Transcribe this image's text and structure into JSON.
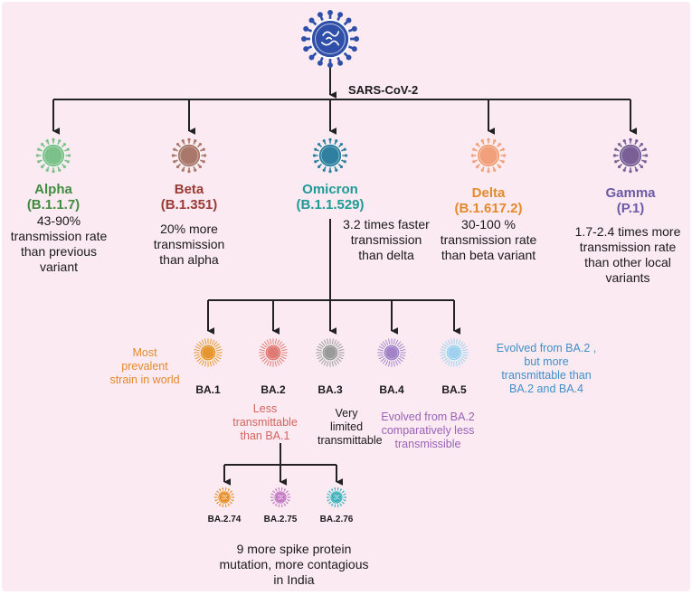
{
  "root": {
    "label": "SARS-CoV-2",
    "color": "#2f4fa8"
  },
  "variants": [
    {
      "name": "Alpha",
      "code": "(B.1.1.7)",
      "desc": "43-90% transmission rate than previous variant",
      "color": "#3f8c40",
      "virus_color": "#7cc08a"
    },
    {
      "name": "Beta",
      "code": "(B.1.351)",
      "desc": "20% more transmission than alpha",
      "color": "#9a3a34",
      "virus_color": "#a9786a"
    },
    {
      "name": "Omicron",
      "code": "(B.1.1.529)",
      "desc": "3.2 times faster transmission than delta",
      "color": "#1e9a96",
      "virus_color": "#2e7fa0"
    },
    {
      "name": "Delta",
      "code": "(B.1.617.2)",
      "desc": "30-100 % transmission rate than beta variant",
      "color": "#e5892d",
      "virus_color": "#f2a07c"
    },
    {
      "name": "Gamma",
      "code": "(P.1)",
      "desc": "1.7-2.4 times more transmission rate than other local variants",
      "color": "#6b5aa6",
      "virus_color": "#7a5f96"
    }
  ],
  "sublineages": [
    {
      "name": "BA.1",
      "color": "#e6962e",
      "note": "Most prevalent strain in world",
      "note_color": "#e5892d"
    },
    {
      "name": "BA.2",
      "color": "#e07a74",
      "note": "Less transmittable than BA.1",
      "note_color": "#d2645e"
    },
    {
      "name": "BA.3",
      "color": "#9a9a9a",
      "note": "Very limited transmittable",
      "note_color": "#1a1a1a"
    },
    {
      "name": "BA.4",
      "color": "#a383c8",
      "note": "Evolved from BA.2 comparatively less transmissible",
      "note_color": "#9a62b8"
    },
    {
      "name": "BA.5",
      "color": "#9fd1ee",
      "note": "Evolved from BA.2 , but more transmittable than BA.2 and BA.4",
      "note_color": "#3f8fc8"
    }
  ],
  "ba2_children": [
    {
      "name": "BA.2.74",
      "color": "#e6902e"
    },
    {
      "name": "BA.2.75",
      "color": "#c479c4"
    },
    {
      "name": "BA.2.76",
      "color": "#3fb0ba"
    }
  ],
  "ba2_children_note": "9 more spike protein mutation, more contagious in India"
}
